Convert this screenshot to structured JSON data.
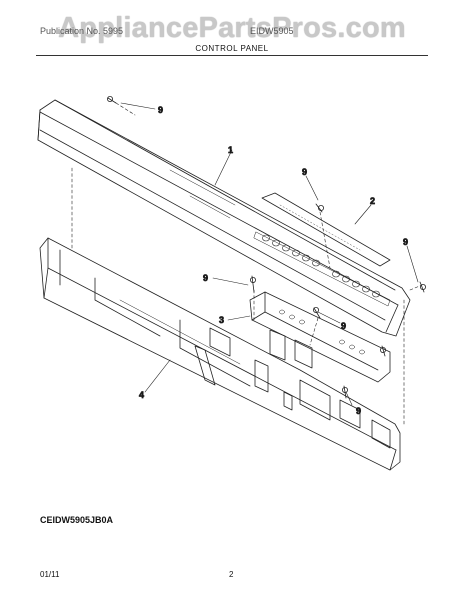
{
  "watermark": "AppliancePartsPros.com",
  "header": {
    "publication_text": "Publication No. 5995",
    "model_text": "EIDW5905",
    "section_title": "CONTROL PANEL"
  },
  "model_code": "CEIDW5905JB0A",
  "footer": {
    "date": "01/11",
    "page": "2"
  },
  "callouts": {
    "screw_top_left": "9",
    "console": "1",
    "screw_top_right": "9",
    "overlay": "2",
    "screw_right": "9",
    "screw_center": "9",
    "control_board": "3",
    "screw_mid_right": "9",
    "screw_lower_right": "9",
    "support_panel": "4"
  }
}
